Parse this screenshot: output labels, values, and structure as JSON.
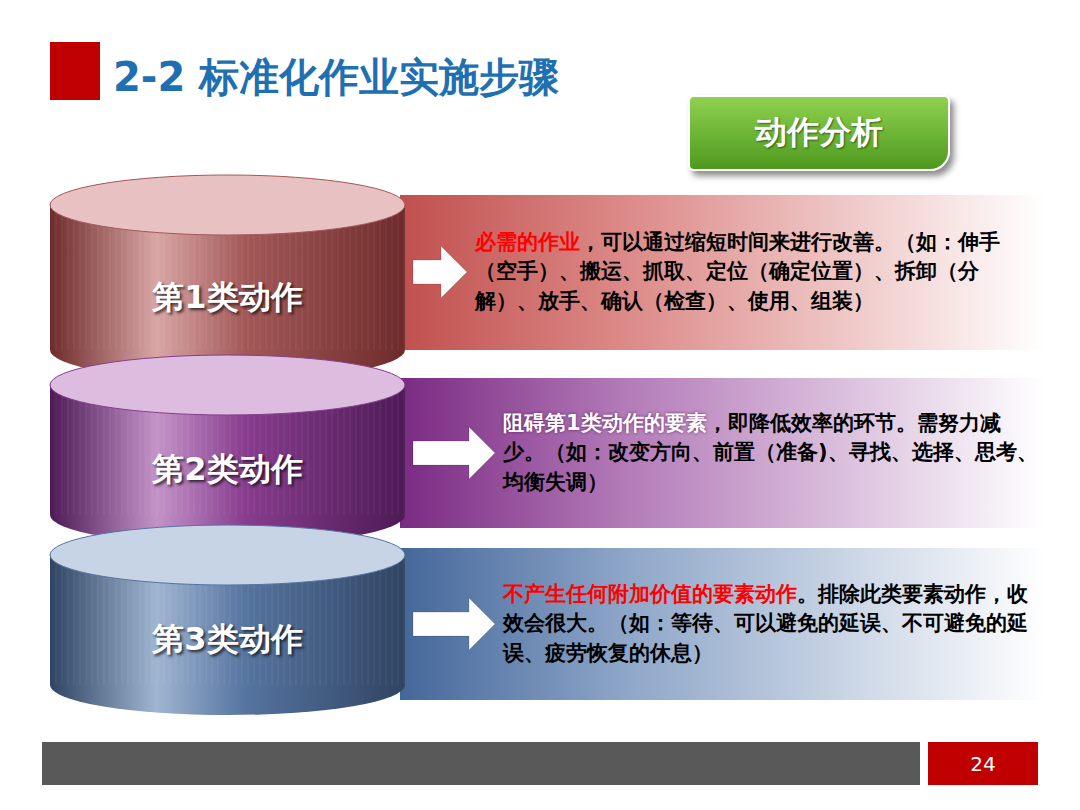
{
  "diagram": {
    "title": "2-2 标准化作业实施步骤",
    "nodes": [
      {
        "text": [
          "动作分析"
        ]
      },
      {
        "text": [
          "第1类动作"
        ]
      },
      {
        "text": [
          "必需的作业",
          "，可以通过缩短时间来进行改善。（如：伸手（空手）、搬运、抓取、定位（确定位置）、拆卸（分解）、放手、确认（检查）、使用、组装）"
        ]
      },
      {
        "text": [
          "第2类动作"
        ]
      },
      {
        "text": [
          "阻碍第1类动作的要素",
          "，即降低效率的环节。需努力减少。（如：改变方向、前置（准备)、寻找、选择、思考、均衡失调）"
        ]
      },
      {
        "text": [
          "第3类动作"
        ]
      },
      {
        "text": [
          "不产生任何附加价值的要素动作",
          "。排除此类要素动作，收效会很大。（如：等待、可以避免的延误、不可避免的延误、疲劳恢复的休息）"
        ]
      },
      {
        "text": [
          "24"
        ]
      }
    ],
    "edges": [
      {
        "from": 1,
        "to": 2,
        "arrow": "to"
      },
      {
        "from": 3,
        "to": 4,
        "arrow": "to"
      },
      {
        "from": 5,
        "to": 6,
        "arrow": "to"
      }
    ]
  }
}
